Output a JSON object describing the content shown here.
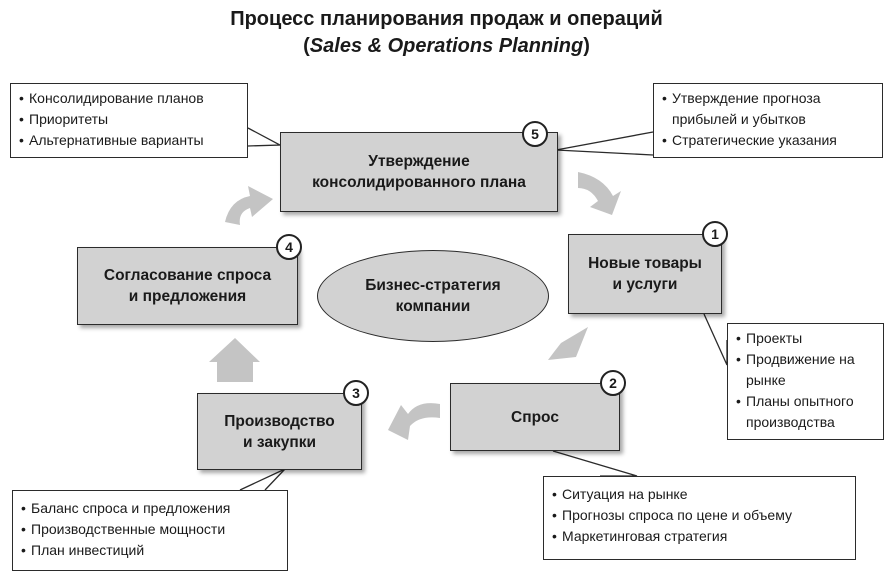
{
  "title": {
    "line1": "Процесс планирования продаж и операций",
    "line2_open": "(",
    "line2_italic": "Sales & Operations Planning",
    "line2_close": ")"
  },
  "center": {
    "label": "Бизнес-стратегия\nкомпании"
  },
  "steps": [
    {
      "number": "5",
      "label": "Утверждение\nконсолидированного плана"
    },
    {
      "number": "1",
      "label": "Новые товары\nи услуги"
    },
    {
      "number": "2",
      "label": "Спрос"
    },
    {
      "number": "3",
      "label": "Производство\nи закупки"
    },
    {
      "number": "4",
      "label": "Согласование спроса\nи предложения"
    }
  ],
  "notes": {
    "top_left": [
      "Консолидирование планов",
      "Приоритеты",
      "Альтернативные варианты"
    ],
    "top_right": [
      "Утверждение прогноза прибылей и убытков",
      "Стратегические указания"
    ],
    "right": [
      "Проекты",
      "Продвижение на рынке",
      "Планы опытного производства"
    ],
    "bottom_right": [
      "Ситуация на рынке",
      "Прогнозы спроса по цене и объему",
      "Маркетинговая стратегия"
    ],
    "bottom_left": [
      "Баланс спроса и предложения",
      "Производственные мощности",
      "План инвестиций"
    ]
  },
  "colors": {
    "box_fill": "#d2d2d2",
    "arrow_fill": "#c4c4c4",
    "border": "#2b2b2b"
  }
}
